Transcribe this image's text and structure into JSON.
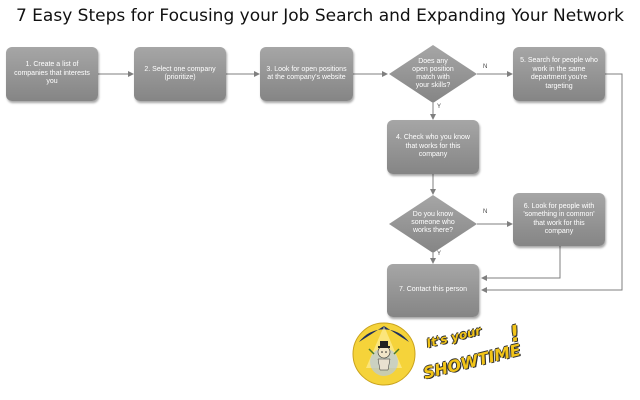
{
  "title": "7 Easy Steps for Focusing your Job Search and Expanding Your Network",
  "steps": {
    "s1": "1. Create a list of companies that interests you",
    "s2": "2. Select one company (prioritize)",
    "s3": "3. Look for open positions at the company's website",
    "d1": "Does any open position match with your skills?",
    "s5": "5. Search for people who work in the same department you're targeting",
    "s4": "4. Check who you know that works for this company",
    "d2": "Do you know someone who works there?",
    "s6": "6. Look for people with 'something in common' that work for this company",
    "s7": "7. Contact this person"
  },
  "labels": {
    "yes": "Y",
    "no": "N"
  },
  "badge": {
    "line1": "It's your",
    "line2": "SHOWTIME",
    "mark": "!"
  },
  "colors": {
    "box": "#999999",
    "arrow": "#7f7f7f",
    "badge_text": "#f2c418",
    "badge_blue": "#1e2f5e"
  }
}
